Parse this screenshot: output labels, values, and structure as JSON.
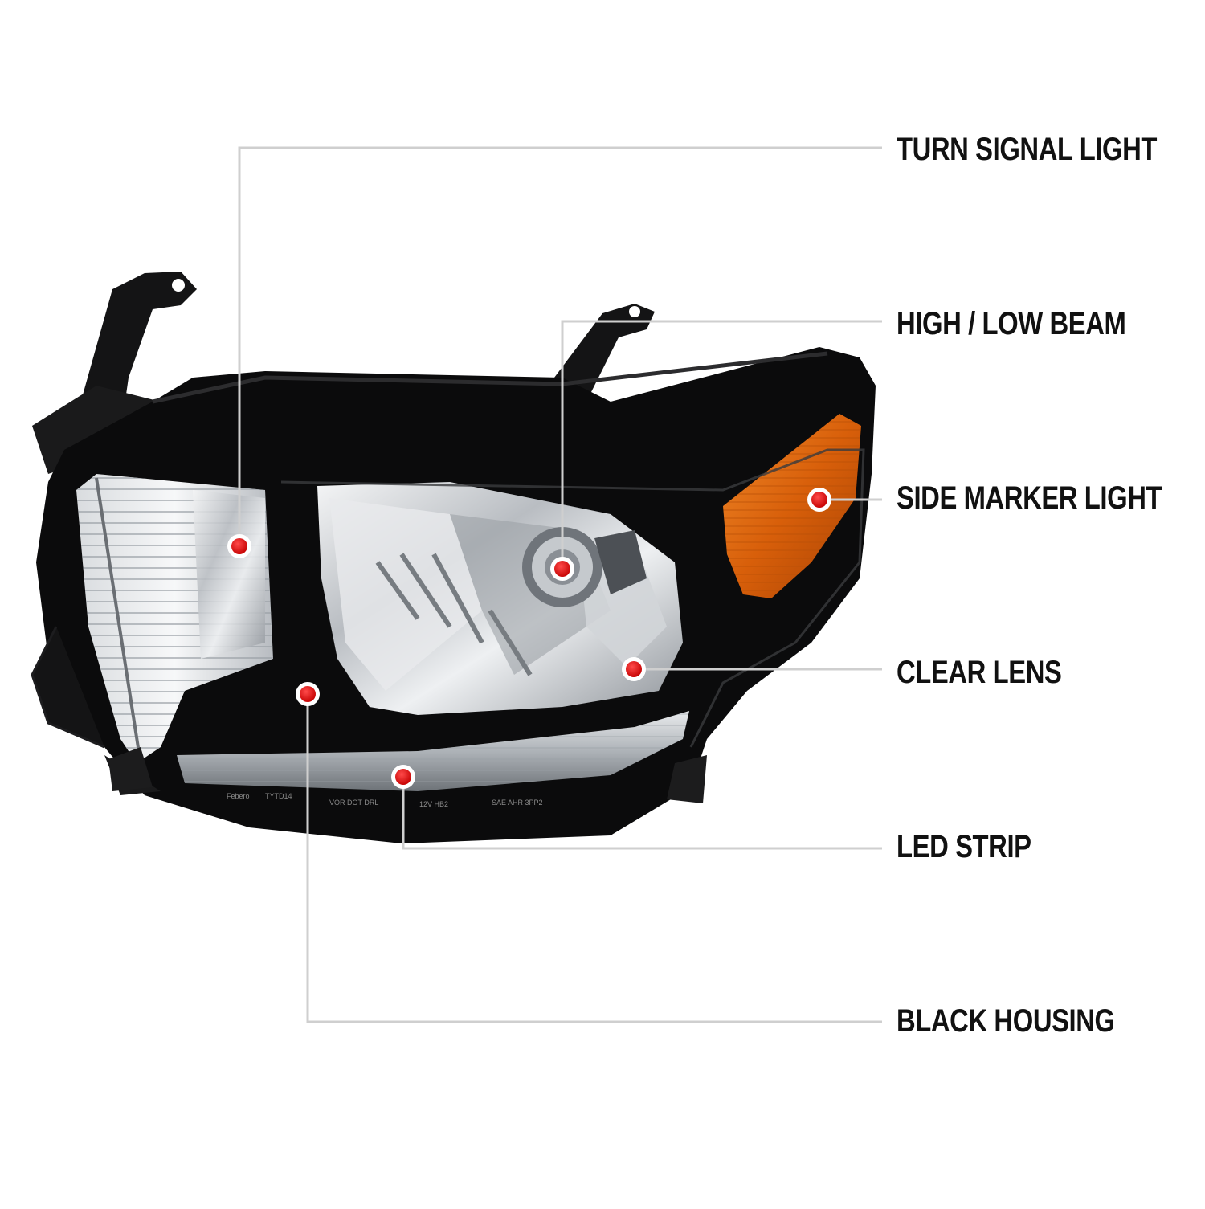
{
  "callouts": [
    {
      "key": "turn-signal-light",
      "label": "TURN SIGNAL LIGHT"
    },
    {
      "key": "high-low-beam",
      "label": "HIGH / LOW BEAM"
    },
    {
      "key": "side-marker-light",
      "label": "SIDE MARKER LIGHT"
    },
    {
      "key": "clear-lens",
      "label": "CLEAR LENS"
    },
    {
      "key": "led-strip",
      "label": "LED STRIP"
    },
    {
      "key": "black-housing",
      "label": "BLACK HOUSING"
    }
  ],
  "lens_markings": [
    "Febero",
    "TYTD14",
    "VOR DOT DRL",
    "12V HB2",
    "SAE AHR 3PP2"
  ],
  "colors": {
    "housing": "#0b0b0c",
    "chrome": "#c9ccd0",
    "amber": "#e06a10",
    "marker_dot": "#e00000",
    "leader_line": "#cfcfcf"
  }
}
